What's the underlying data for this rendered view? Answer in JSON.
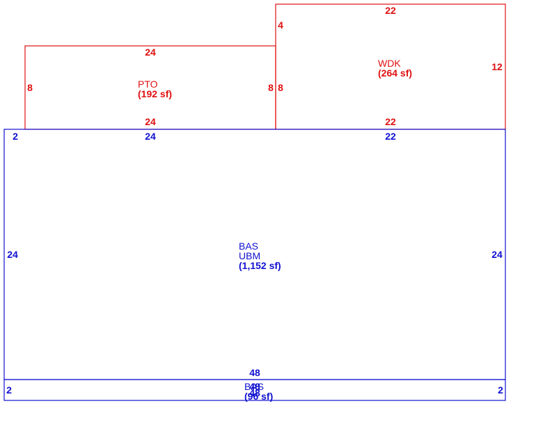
{
  "colors": {
    "addition": "#e01010",
    "main": "#1010d0"
  },
  "areas": {
    "pto": {
      "code": "PTO",
      "area": "(192 sf)",
      "dims": {
        "top": "24",
        "bottom": "24",
        "left": "8",
        "right": "8"
      }
    },
    "wdk": {
      "code": "WDK",
      "area": "(264 sf)",
      "dims": {
        "top": "22",
        "bottom": "22",
        "left": "8",
        "left_offset": "4",
        "right": "12"
      }
    },
    "bas_main": {
      "code": "BAS",
      "code2": "UBM",
      "area": "(1,152 sf)",
      "dims": {
        "top_left": "24",
        "top_right": "22",
        "left": "24",
        "right": "24",
        "bottom": "48",
        "corner": "2"
      }
    },
    "bas_strip": {
      "code": "BAS",
      "area": "(96 sf)",
      "dims": {
        "top": "48",
        "bottom": "48",
        "left": "2",
        "right": "2"
      }
    }
  }
}
